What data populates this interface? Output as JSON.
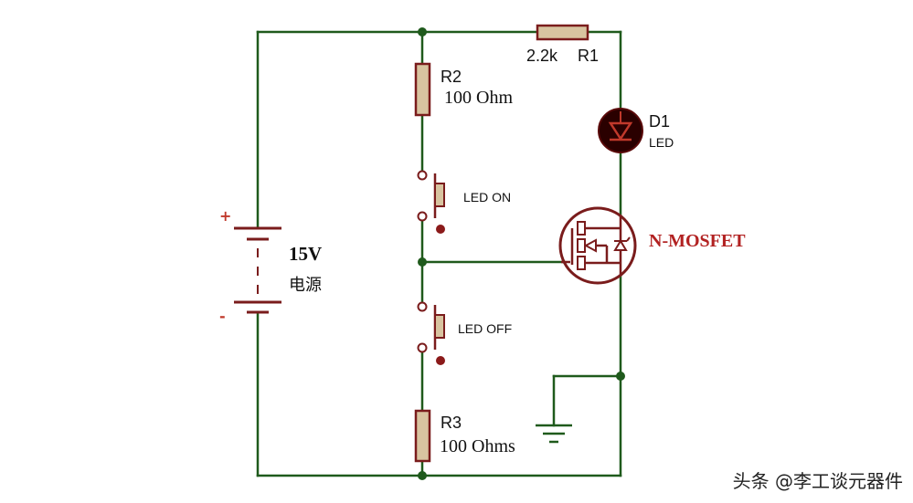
{
  "circuit": {
    "supply": {
      "voltage": "15V",
      "caption": "电源",
      "plus": "+",
      "minus": "-"
    },
    "r1": {
      "value": "2.2k",
      "name": "R1"
    },
    "r2": {
      "name": "R2",
      "value": "100 Ohm"
    },
    "r3": {
      "name": "R3",
      "value": "100 Ohms"
    },
    "d1": {
      "name": "D1",
      "type": "LED"
    },
    "switch_on": {
      "label": "LED ON"
    },
    "switch_off": {
      "label": "LED OFF"
    },
    "mosfet": {
      "label": "N-MOSFET"
    }
  },
  "watermark": "头条 @李工谈元器件",
  "colors": {
    "wire": "#1f5a1c",
    "component_fill": "#d8c4a0",
    "component_stroke": "#7a1c1c",
    "mosfet_label": "#b22222",
    "led_body": "#2a0000"
  }
}
